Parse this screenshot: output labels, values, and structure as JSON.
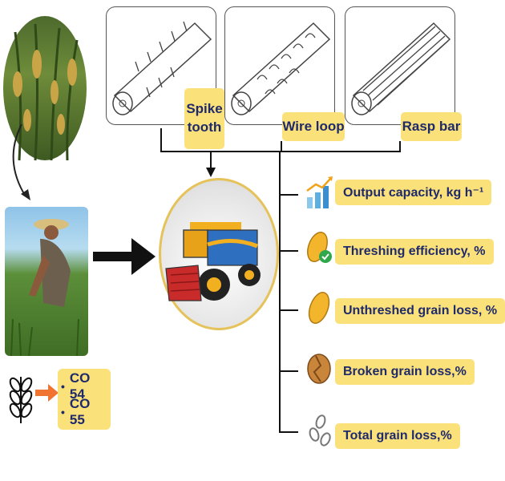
{
  "threshers": [
    {
      "label": "Spike tooth"
    },
    {
      "label": "Wire loop"
    },
    {
      "label": "Rasp bar"
    }
  ],
  "varieties": [
    "CO 54",
    "CO 55"
  ],
  "parameters": [
    {
      "label": "Output capacity, kg h⁻¹",
      "icon": "bar-chart-icon"
    },
    {
      "label": "Threshing efficiency, %",
      "icon": "grain-check-icon"
    },
    {
      "label": "Unthreshed grain loss, %",
      "icon": "grain-icon"
    },
    {
      "label": "Broken grain loss,%",
      "icon": "broken-grain-icon"
    },
    {
      "label": "Total grain loss,%",
      "icon": "seeds-icon"
    }
  ],
  "colors": {
    "label_bg": "#fbe17a",
    "label_text": "#1f2a6b",
    "accent": "#f0742f"
  }
}
